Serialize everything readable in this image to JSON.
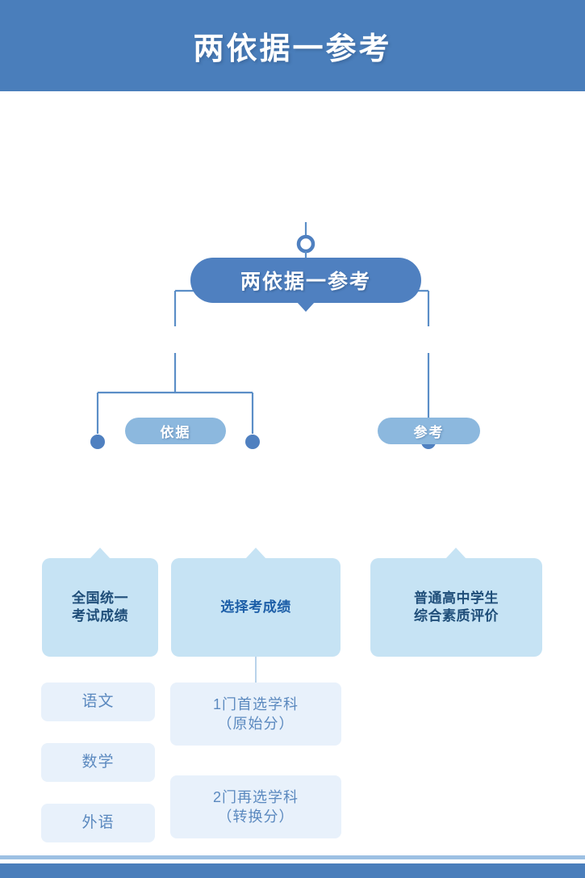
{
  "header": {
    "title": "两依据一参考"
  },
  "diagram": {
    "root": {
      "label": "两依据一参考"
    },
    "branches": [
      {
        "id": "yiju",
        "label": "依据"
      },
      {
        "id": "cankao",
        "label": "参考"
      }
    ],
    "cards": [
      {
        "id": "national",
        "label": "全国统一\n考试成绩"
      },
      {
        "id": "elective",
        "label": "选择考成绩"
      },
      {
        "id": "quality",
        "label": "普通高中学生\n综合素质评价"
      }
    ],
    "leaves_left": [
      {
        "id": "yuwen",
        "label": "语文"
      },
      {
        "id": "shuxue",
        "label": "数学"
      },
      {
        "id": "waiyu",
        "label": "外语"
      }
    ],
    "leaves_right": [
      {
        "id": "first",
        "label": "1门首选学科\n（原始分）"
      },
      {
        "id": "second",
        "label": "2门再选学科\n（转换分）"
      }
    ]
  },
  "colors": {
    "banner": "#4a7ebb",
    "root_node": "#4f80c0",
    "branch_pill": "#8cb8de",
    "card": "#c6e3f4",
    "card_text": "#1f4e79",
    "leaf": "#e8f1fb",
    "leaf_text": "#5b89bf",
    "connector": "#5b8ec7",
    "footer_thin": "#9dc0e3",
    "footer_thick": "#4a7ebb"
  }
}
